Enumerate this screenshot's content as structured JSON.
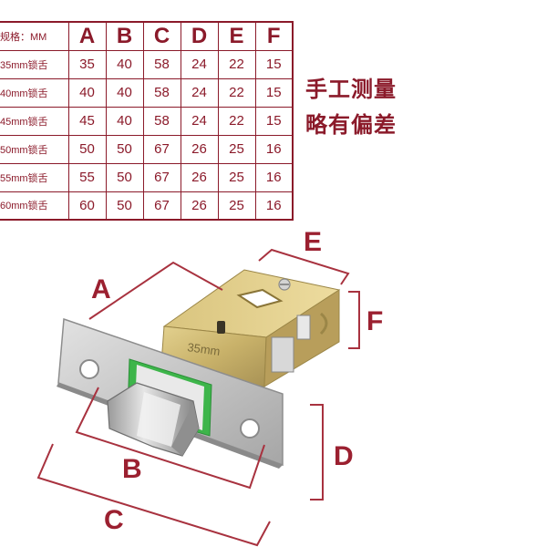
{
  "spec_table": {
    "corner_label": "规格：MM",
    "columns": [
      "A",
      "B",
      "C",
      "D",
      "E",
      "F"
    ],
    "rows": [
      {
        "label": "35mm锁舌",
        "values": [
          "35",
          "40",
          "58",
          "24",
          "22",
          "15"
        ]
      },
      {
        "label": "40mm锁舌",
        "values": [
          "40",
          "40",
          "58",
          "24",
          "22",
          "15"
        ]
      },
      {
        "label": "45mm锁舌",
        "values": [
          "45",
          "40",
          "58",
          "24",
          "22",
          "15"
        ]
      },
      {
        "label": "50mm锁舌",
        "values": [
          "50",
          "50",
          "67",
          "26",
          "25",
          "16"
        ]
      },
      {
        "label": "55mm锁舌",
        "values": [
          "55",
          "50",
          "67",
          "26",
          "25",
          "16"
        ]
      },
      {
        "label": "60mm锁舌",
        "values": [
          "60",
          "50",
          "67",
          "26",
          "25",
          "16"
        ]
      }
    ]
  },
  "note": {
    "line1": "手工测量",
    "line2": "略有偏差"
  },
  "diagram": {
    "labels": {
      "a": "A",
      "b": "B",
      "c": "C",
      "d": "D",
      "e": "E",
      "f": "F"
    },
    "body_marking": "35mm",
    "colors": {
      "dimension": "#9b2030",
      "body_gold": "#c9b26a",
      "plate_steel": "#c8c8c8",
      "insert_green": "#3db54a"
    }
  }
}
